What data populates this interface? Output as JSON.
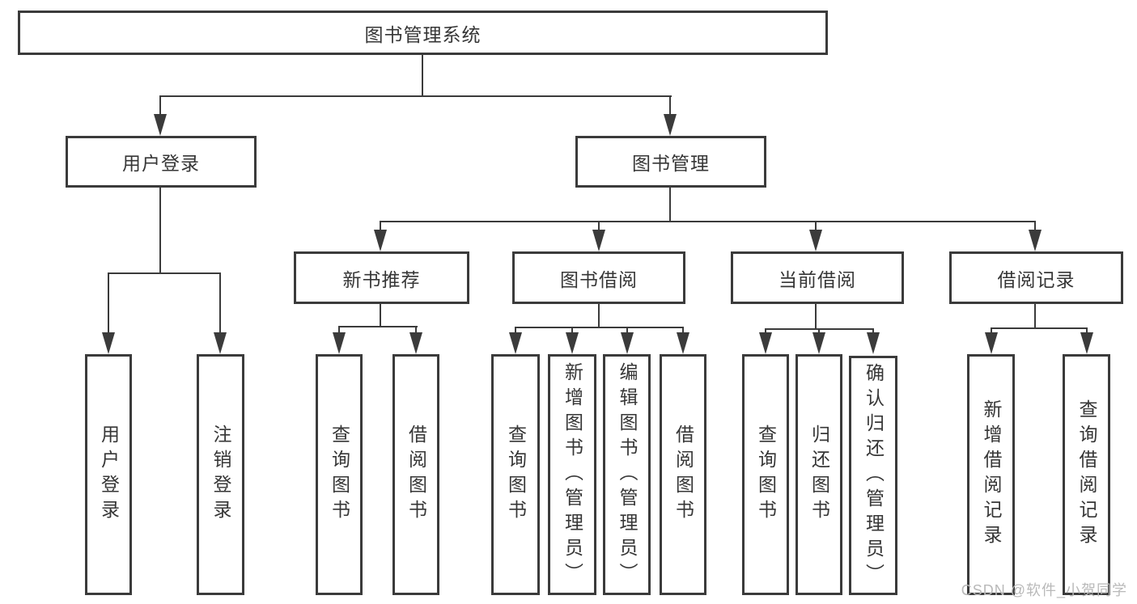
{
  "diagram": {
    "root": {
      "label": "图书管理系统"
    },
    "level2": {
      "user_login": {
        "label": "用户登录"
      },
      "book_mgmt": {
        "label": "图书管理"
      }
    },
    "level3": {
      "new_books": {
        "label": "新书推荐"
      },
      "borrowing": {
        "label": "图书借阅"
      },
      "current": {
        "label": "当前借阅"
      },
      "records": {
        "label": "借阅记录"
      }
    },
    "leaves": {
      "login": {
        "label": "用户登录"
      },
      "logout": {
        "label": "注销登录"
      },
      "nb_query": {
        "label": "查询图书"
      },
      "nb_borrow": {
        "label": "借阅图书"
      },
      "bw_query": {
        "label": "查询图书"
      },
      "bw_add": {
        "label": "新增图书（管理员）"
      },
      "bw_edit": {
        "label": "编辑图书（管理员）"
      },
      "bw_borrow": {
        "label": "借阅图书"
      },
      "cu_query": {
        "label": "查询图书"
      },
      "cu_return": {
        "label": "归还图书"
      },
      "cu_confirm": {
        "label": "确认归还（管理员）"
      },
      "rc_add": {
        "label": "新增借阅记录"
      },
      "rc_query": {
        "label": "查询借阅记录"
      }
    }
  },
  "watermark": {
    "text": "CSDN @软件_小贺同学"
  },
  "colors": {
    "line": "#3b3b3b",
    "text": "#363636",
    "watermark": "#b9b9b9",
    "background": "#ffffff"
  }
}
